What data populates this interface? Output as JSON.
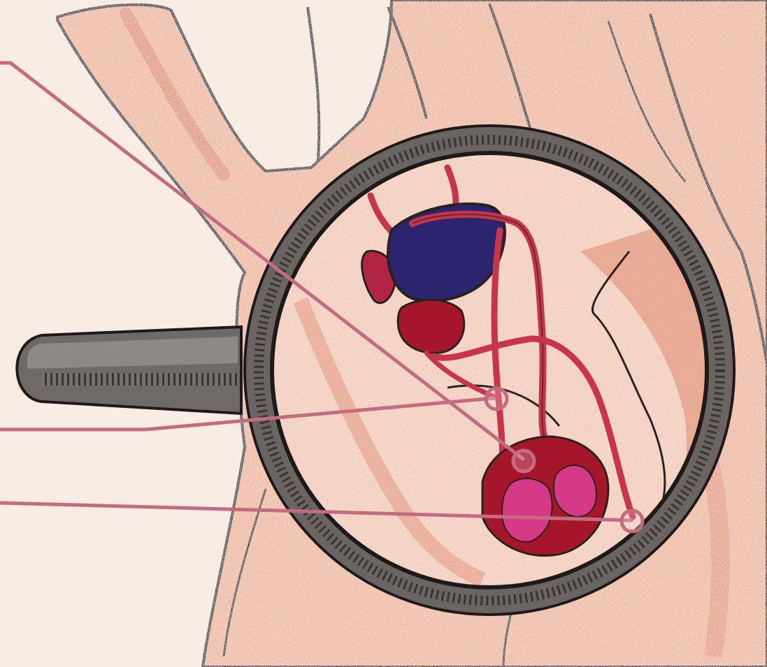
{
  "diagram": {
    "labels": [],
    "callouts": [
      {
        "target": "urethra-point"
      },
      {
        "target": "epididymis-point"
      },
      {
        "target": "vas-deferens-end-point"
      }
    ]
  },
  "colors": {
    "background": "#f8ece4",
    "skin_light": "#f1c8b4",
    "skin_mid": "#e8a48a",
    "skin_shadow": "#d9785c",
    "outline": "#2a2220",
    "ring": "#6a6563",
    "bladder": "#2d2470",
    "prostate": "#a5162b",
    "duct": "#c8354a",
    "testis_pink": "#d63a86",
    "callout": "#c56b80"
  },
  "icons": {
    "scope": "magnifier-lens-icon"
  }
}
